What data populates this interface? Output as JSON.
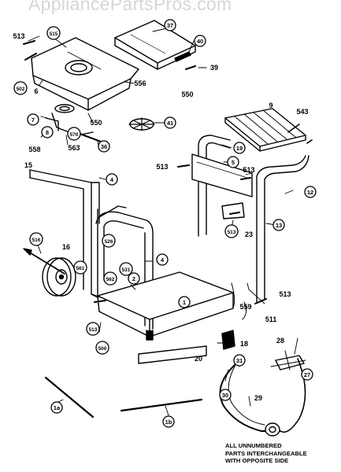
{
  "watermark": "AppliancePartsPros.com",
  "note": "ALL UNNUMBERED\nPARTS INTERCHANGEABLE\nWITH OPPOSITE SIDE",
  "callouts": [
    {
      "id": "c513a",
      "label": "513",
      "style": "plain"
    },
    {
      "id": "c515",
      "label": "515",
      "style": "circle"
    },
    {
      "id": "c37",
      "label": "37",
      "style": "circle"
    },
    {
      "id": "c40",
      "label": "40",
      "style": "circle"
    },
    {
      "id": "c39",
      "label": "39",
      "style": "plain"
    },
    {
      "id": "c502",
      "label": "502",
      "style": "circle"
    },
    {
      "id": "c6",
      "label": "6",
      "style": "plain"
    },
    {
      "id": "c556",
      "label": "556",
      "style": "plain"
    },
    {
      "id": "c550a",
      "label": "550",
      "style": "plain"
    },
    {
      "id": "c9",
      "label": "9",
      "style": "plain"
    },
    {
      "id": "c543",
      "label": "543",
      "style": "plain"
    },
    {
      "id": "c7",
      "label": "7",
      "style": "circle"
    },
    {
      "id": "c8",
      "label": "8",
      "style": "circle"
    },
    {
      "id": "c570",
      "label": "570",
      "style": "circle"
    },
    {
      "id": "c563",
      "label": "563",
      "style": "plain"
    },
    {
      "id": "c558",
      "label": "558",
      "style": "plain"
    },
    {
      "id": "c550b",
      "label": "550",
      "style": "plain"
    },
    {
      "id": "c36",
      "label": "36",
      "style": "circle"
    },
    {
      "id": "c41",
      "label": "41",
      "style": "circle"
    },
    {
      "id": "c19",
      "label": "19",
      "style": "circle"
    },
    {
      "id": "c15",
      "label": "15",
      "style": "plain"
    },
    {
      "id": "c4a",
      "label": "4",
      "style": "circle"
    },
    {
      "id": "c513b",
      "label": "513",
      "style": "plain"
    },
    {
      "id": "c5",
      "label": "5",
      "style": "circle"
    },
    {
      "id": "c513c",
      "label": "513",
      "style": "plain"
    },
    {
      "id": "c12",
      "label": "12",
      "style": "circle"
    },
    {
      "id": "c513d",
      "label": "513",
      "style": "circle"
    },
    {
      "id": "c23",
      "label": "23",
      "style": "plain"
    },
    {
      "id": "c13",
      "label": "13",
      "style": "circle"
    },
    {
      "id": "c516",
      "label": "516",
      "style": "circle"
    },
    {
      "id": "c16",
      "label": "16",
      "style": "plain"
    },
    {
      "id": "c526",
      "label": "526",
      "style": "circle"
    },
    {
      "id": "c4b",
      "label": "4",
      "style": "circle"
    },
    {
      "id": "c561",
      "label": "561",
      "style": "circle"
    },
    {
      "id": "c531",
      "label": "531",
      "style": "circle"
    },
    {
      "id": "c562",
      "label": "562",
      "style": "circle"
    },
    {
      "id": "c2",
      "label": "2",
      "style": "circle"
    },
    {
      "id": "c1",
      "label": "1",
      "style": "circle"
    },
    {
      "id": "c559",
      "label": "559",
      "style": "plain"
    },
    {
      "id": "c513e",
      "label": "513",
      "style": "plain"
    },
    {
      "id": "c511",
      "label": "511",
      "style": "plain"
    },
    {
      "id": "c513f",
      "label": "513",
      "style": "circle"
    },
    {
      "id": "c500",
      "label": "500",
      "style": "circle"
    },
    {
      "id": "c18",
      "label": "18",
      "style": "plain"
    },
    {
      "id": "c20",
      "label": "20",
      "style": "plain"
    },
    {
      "id": "c28",
      "label": "28",
      "style": "plain"
    },
    {
      "id": "c31",
      "label": "31",
      "style": "circle"
    },
    {
      "id": "c27",
      "label": "27",
      "style": "circle"
    },
    {
      "id": "c30",
      "label": "30",
      "style": "circle"
    },
    {
      "id": "c29",
      "label": "29",
      "style": "plain"
    },
    {
      "id": "c1a",
      "label": "1a",
      "style": "circle"
    },
    {
      "id": "c1b",
      "label": "1b",
      "style": "circle"
    }
  ]
}
